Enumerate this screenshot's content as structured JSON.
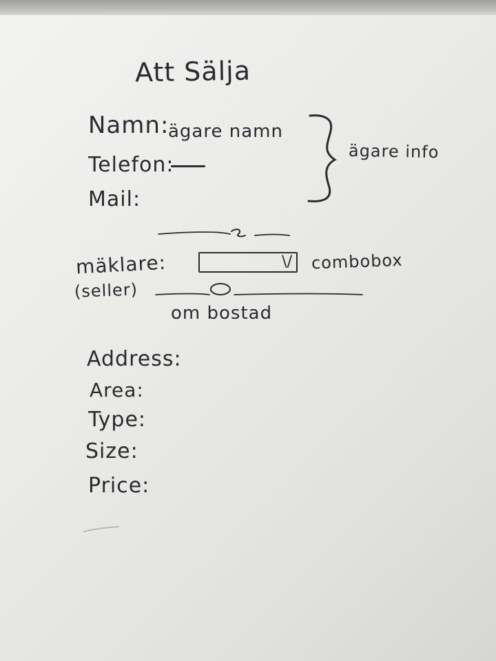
{
  "whiteboard": {
    "title": "Att Sälja",
    "owner_section": {
      "fields": {
        "name_label": "Namn:",
        "name_value": "ägare namn",
        "phone_label": "Telefon:",
        "mail_label": "Mail:"
      },
      "group_label": "ägare info"
    },
    "seller_section": {
      "label": "mäklare:",
      "note": "(seller)",
      "control_label": "combobox",
      "control_arrow": "\\/"
    },
    "property_section": {
      "title": "om bostad",
      "fields": {
        "address_label": "Address:",
        "area_label": "Area:",
        "type_label": "Type:",
        "size_label": "Size:",
        "price_label": "Price:"
      }
    },
    "colors": {
      "ink": "#2a2a30",
      "board": "#f0f0ee"
    }
  }
}
